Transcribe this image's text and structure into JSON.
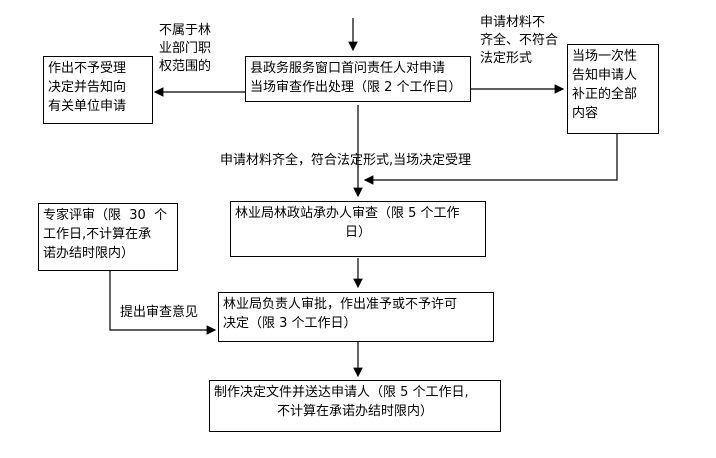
{
  "nodes": {
    "window_review": {
      "lines": [
        "县政务服务窗口首问责任人对申请",
        "当场审查作出处理（限 2 个工作日）"
      ]
    },
    "not_accepted": {
      "lines": [
        "作出不予受理",
        "决定并告知向",
        "有关单位申请"
      ]
    },
    "notify_correction": {
      "lines": [
        "当场一次性",
        "告知申请人",
        "补正的全部",
        "内容"
      ]
    },
    "station_review": {
      "lines": [
        "林业局林政站承办人审查（限 5 个工作",
        "日）"
      ]
    },
    "expert_review": {
      "lines": [
        "专家评审（限  30  个",
        "工作日,不计算在承",
        "诺办结时限内）"
      ]
    },
    "approval": {
      "lines": [
        "林业局负责人审批，作出准予或不予许可",
        "决定（限 3 个工作日）"
      ]
    },
    "deliver_decision": {
      "lines": [
        "制作决定文件并送达申请人（限 5 个工作日,",
        "不计算在承诺办结时限内）"
      ]
    }
  },
  "labels": {
    "outside_scope": [
      "不属于林",
      "业部门职",
      "权范围的"
    ],
    "incomplete_materials": [
      "申请材料不",
      "齐全、不符合",
      "法定形式"
    ],
    "accepted_on_spot": "申请材料齐全，符合法定形式,当场决定受理",
    "submit_opinion": "提出审查意见"
  },
  "colors": {
    "line": "#000000",
    "box_border": "#000000"
  }
}
